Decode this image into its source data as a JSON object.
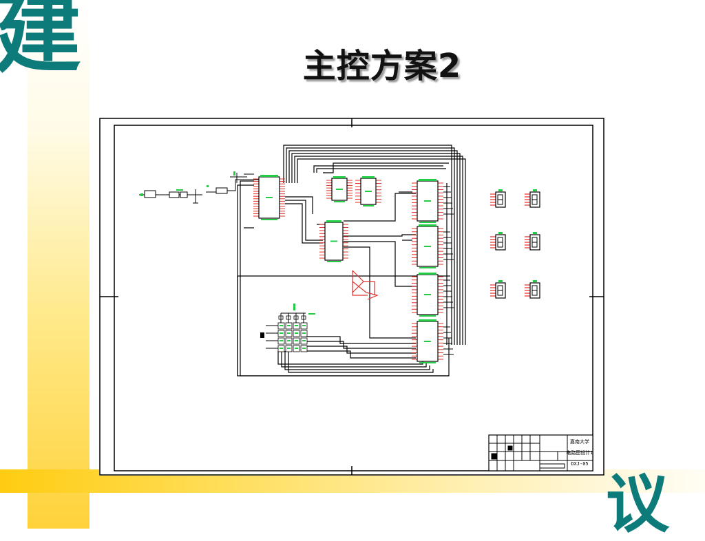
{
  "slide": {
    "title": "主控方案2",
    "decoration": {
      "top_char": "建",
      "bottom_char": "议",
      "accent_color": "#0e7b7b",
      "bar_color": "#ffcc11"
    }
  },
  "schematic": {
    "title_block": {
      "line1": "嘉南大学",
      "line2": "电路图设计1",
      "line3": "DXJ-05"
    }
  }
}
